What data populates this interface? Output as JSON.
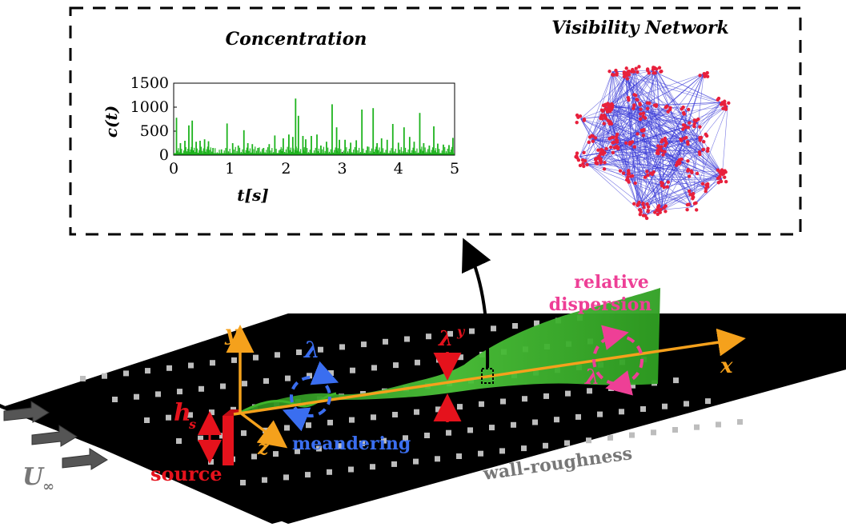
{
  "inset": {
    "concentration_title": "Concentration",
    "network_title": "Visibility Network"
  },
  "chart_data": {
    "type": "line",
    "title": "",
    "xlabel": "t[s]",
    "ylabel": "c(t)",
    "xlim": [
      0,
      5
    ],
    "ylim": [
      0,
      1500
    ],
    "xticks": [
      "0",
      "1",
      "2",
      "3",
      "4",
      "5"
    ],
    "yticks": [
      "0",
      "500",
      "1000",
      "1500"
    ],
    "series": [
      {
        "color": "#1db31d",
        "spikes": [
          [
            0.05,
            780
          ],
          [
            0.12,
            250
          ],
          [
            0.2,
            300
          ],
          [
            0.27,
            620
          ],
          [
            0.33,
            720
          ],
          [
            0.4,
            280
          ],
          [
            0.47,
            300
          ],
          [
            0.55,
            330
          ],
          [
            0.62,
            290
          ],
          [
            0.7,
            150
          ],
          [
            0.85,
            120
          ],
          [
            0.95,
            660
          ],
          [
            1.05,
            250
          ],
          [
            1.15,
            200
          ],
          [
            1.25,
            520
          ],
          [
            1.32,
            250
          ],
          [
            1.4,
            230
          ],
          [
            1.5,
            150
          ],
          [
            1.6,
            150
          ],
          [
            1.7,
            230
          ],
          [
            1.8,
            410
          ],
          [
            1.9,
            120
          ],
          [
            1.95,
            350
          ],
          [
            2.05,
            430
          ],
          [
            2.12,
            380
          ],
          [
            2.17,
            1180
          ],
          [
            2.22,
            820
          ],
          [
            2.3,
            400
          ],
          [
            2.35,
            330
          ],
          [
            2.45,
            400
          ],
          [
            2.55,
            430
          ],
          [
            2.62,
            200
          ],
          [
            2.72,
            280
          ],
          [
            2.82,
            1060
          ],
          [
            2.9,
            580
          ],
          [
            2.95,
            320
          ],
          [
            3.05,
            320
          ],
          [
            3.15,
            260
          ],
          [
            3.25,
            310
          ],
          [
            3.35,
            950
          ],
          [
            3.45,
            180
          ],
          [
            3.55,
            980
          ],
          [
            3.62,
            250
          ],
          [
            3.7,
            350
          ],
          [
            3.8,
            320
          ],
          [
            3.9,
            650
          ],
          [
            4.0,
            260
          ],
          [
            4.1,
            580
          ],
          [
            4.2,
            380
          ],
          [
            4.28,
            280
          ],
          [
            4.38,
            880
          ],
          [
            4.45,
            250
          ],
          [
            4.55,
            200
          ],
          [
            4.63,
            600
          ],
          [
            4.7,
            240
          ],
          [
            4.8,
            220
          ],
          [
            4.9,
            210
          ],
          [
            4.97,
            360
          ]
        ]
      }
    ]
  },
  "labels": {
    "y_axis": "y",
    "x_axis": "x",
    "z_axis": "z",
    "lambda_meander": "λ",
    "meandering": "meandering",
    "relative_dispersion_1": "relative",
    "relative_dispersion_2": "dispersion",
    "lambda_dispersion": "λ",
    "lambda_y": "λ",
    "lambda_y_sub": "y",
    "h_s": "h",
    "h_s_sub": "s",
    "source": "source",
    "wall_roughness": "wall-roughness",
    "u_inf": "U",
    "u_inf_sub": "∞"
  },
  "colors": {
    "orange": "#f5a11c",
    "blue": "#3a6ef0",
    "pink": "#ee3f96",
    "red": "#e5121c",
    "grey": "#777777",
    "plume": "#3fb52a",
    "network_edges": "#3f3fd8",
    "network_nodes": "#e8203c"
  }
}
